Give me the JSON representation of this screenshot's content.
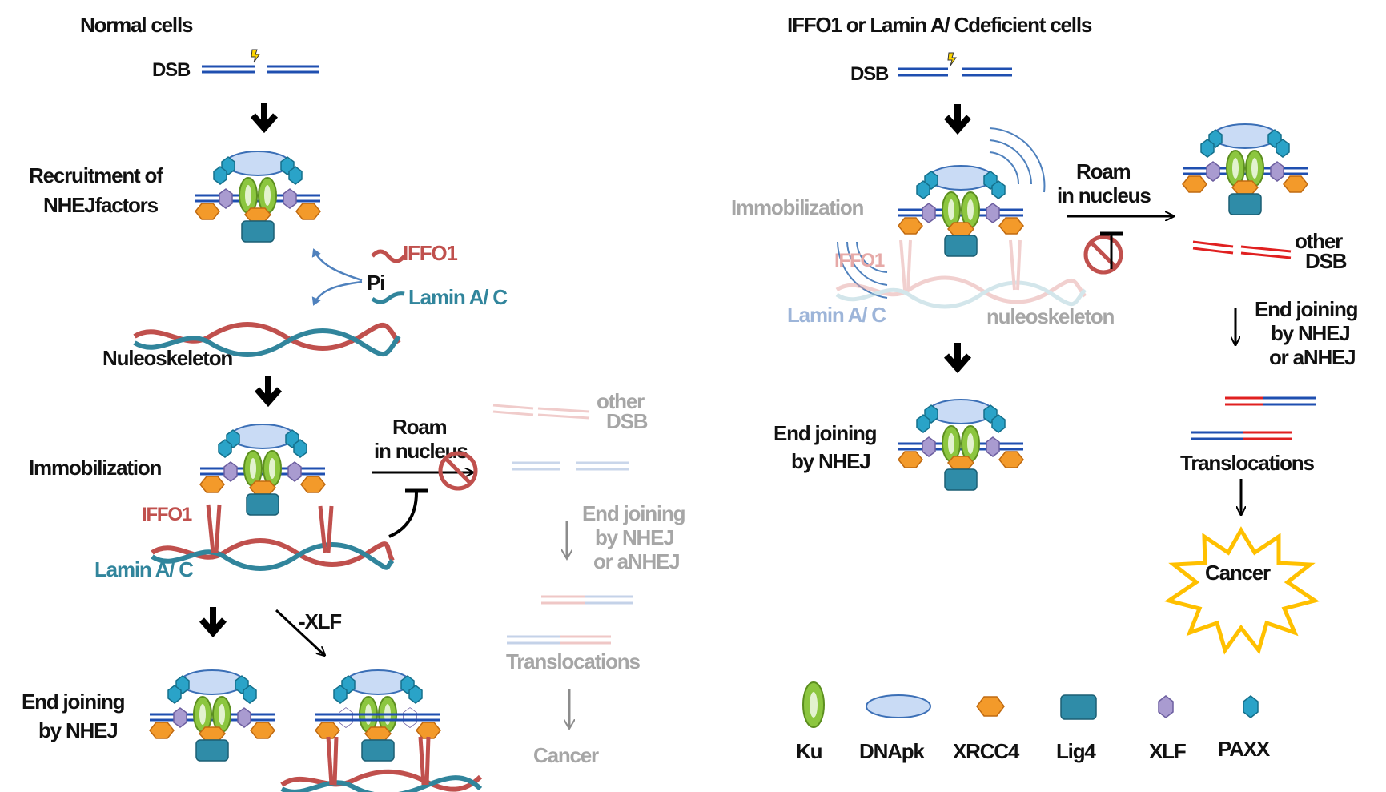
{
  "colors": {
    "dna_blue": "#1f4fb0",
    "dna_red": "#e02020",
    "iffo1_red": "#c0504d",
    "lamin_teal": "#31859c",
    "ku_green": "#8cc63f",
    "dnapk_blue": "#c9dbf5",
    "xrcc4_orange": "#f39a2a",
    "lig4_teal": "#2f8ca8",
    "xlf_purple": "#a99bd0",
    "paxx_cyan": "#2aa3c8",
    "cancer_yellow": "#ffc000"
  },
  "left": {
    "title": "Normal cells",
    "dsb": "DSB",
    "recruitment": [
      "Recruitment of",
      "NHEJfactors"
    ],
    "iffo1": "IFFO1",
    "pi": "Pi",
    "lamin": "Lamin A/ C",
    "nucleoskeleton": "Nuleoskeleton",
    "immobilization": "Immobilization",
    "iffo1_b": "IFFO1",
    "lamin_b": "Lamin A/ C",
    "roam": [
      "Roam",
      "in nucleus"
    ],
    "other_dsb": [
      "other",
      "DSB"
    ],
    "end_joining_alt": [
      "End joining",
      "by NHEJ",
      "or aNHEJ"
    ],
    "translocations": "Translocations",
    "cancer": "Cancer",
    "minus_xlf": "-XLF",
    "end_joining": [
      "End joining",
      "by NHEJ"
    ]
  },
  "right": {
    "title": "IFFO1 or Lamin A/ Cdeficient cells",
    "dsb": "DSB",
    "immobilization": "Immobilization",
    "iffo1": "IFFO1",
    "lamin": "Lamin A/ C",
    "nucleoskeleton": "nuleoskeleton",
    "roam": [
      "Roam",
      "in nucleus"
    ],
    "other_dsb": [
      "other",
      "DSB"
    ],
    "end_joining_alt": [
      "End joining",
      "by NHEJ",
      "or aNHEJ"
    ],
    "translocations": "Translocations",
    "cancer": "Cancer",
    "end_joining": [
      "End joining",
      "by NHEJ"
    ]
  },
  "legend": [
    {
      "icon": "ku-icon",
      "label": "Ku"
    },
    {
      "icon": "dnapk-icon",
      "label": "DNApk"
    },
    {
      "icon": "xrcc4-icon",
      "label": "XRCC4"
    },
    {
      "icon": "lig4-icon",
      "label": "Lig4"
    },
    {
      "icon": "xlf-icon",
      "label": "XLF"
    },
    {
      "icon": "paxx-icon",
      "label": "PAXX"
    }
  ]
}
